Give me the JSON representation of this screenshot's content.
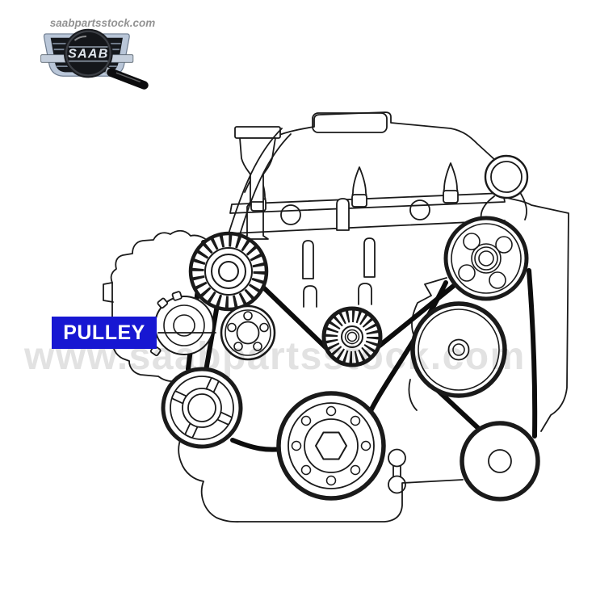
{
  "logo": {
    "watermark_small": "saabpartsstock.com",
    "badge_text": "SAAB"
  },
  "callout": {
    "label": "PULLEY"
  },
  "watermark_large": {
    "text": "www.saabpartsstock.com"
  },
  "colors": {
    "accent_blue": "#1717d2",
    "line": "#1a1a1a",
    "belt": "#0d0d0d",
    "watermark_gray": "#e2e2e2",
    "badge_silver": "#b9c6d8",
    "badge_dark": "#15181c"
  }
}
